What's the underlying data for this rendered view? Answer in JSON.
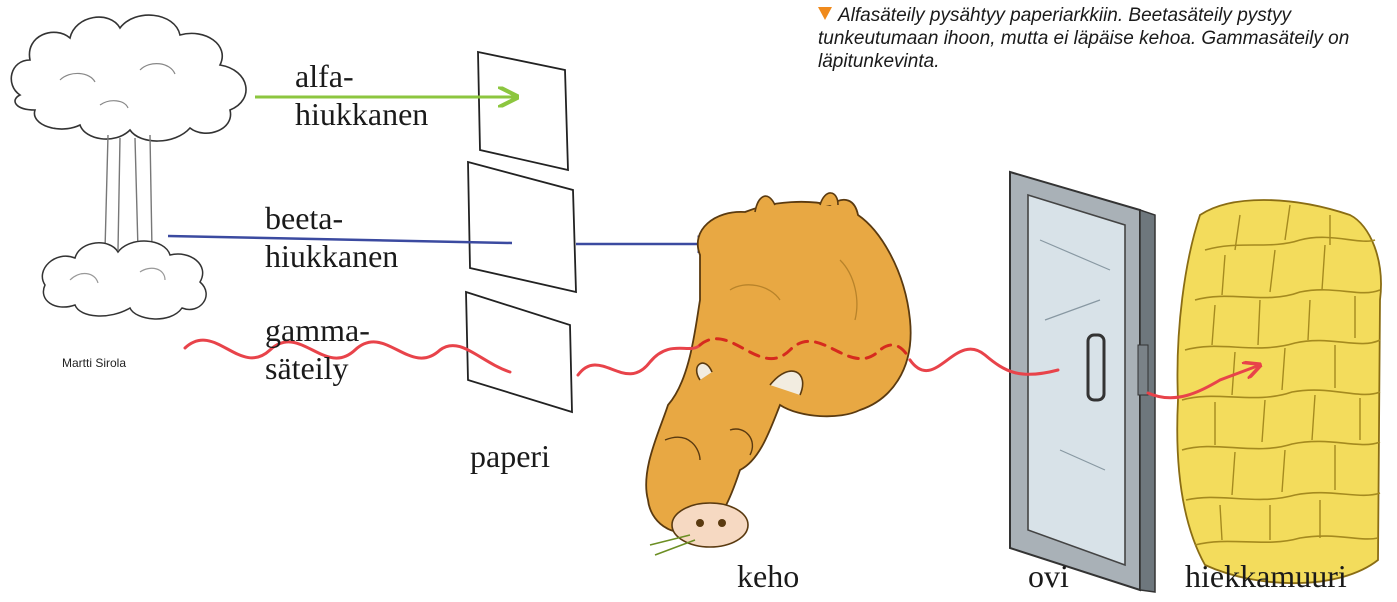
{
  "caption": {
    "text": "Alfasäteily pysähtyy paperiarkkiin. Beetasäteily pystyy tunkeutumaan ihoon, mutta ei läpäise kehoa. Gammasäteily on läpitunkevinta.",
    "marker_color": "#f08a1c"
  },
  "labels": {
    "alpha_line1": "alfa-",
    "alpha_line2": "hiukkanen",
    "beta_line1": "beeta-",
    "beta_line2": "hiukkanen",
    "gamma_line1": "gamma-",
    "gamma_line2": "säteily",
    "paper": "paperi",
    "body": "keho",
    "door": "ovi",
    "sandwall": "hiekkamuuri"
  },
  "credit": "Martti Sirola",
  "colors": {
    "alpha": "#8cc63f",
    "beta": "#3b4aa0",
    "gamma": "#e8434a",
    "cow": "#e8a843",
    "sand": "#f3dc5c",
    "door": "#9aa3aa"
  }
}
